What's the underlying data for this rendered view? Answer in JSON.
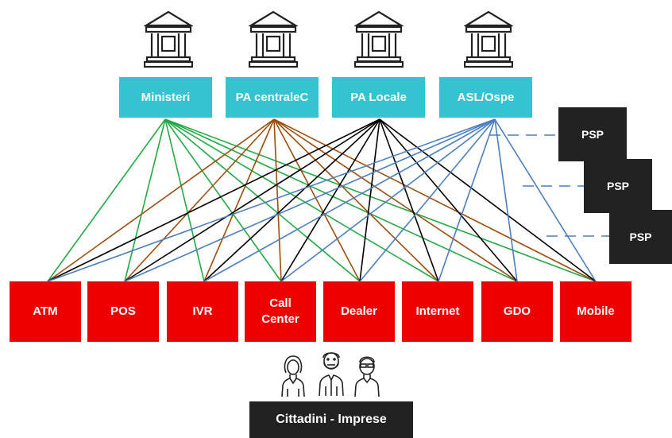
{
  "colors": {
    "top_box": "#34c3d1",
    "channel_box": "#ee0000",
    "dark_box": "#222222",
    "edge_ministeri": "#22aa44",
    "edge_pa_centrale": "#9b4f0f",
    "edge_pa_locale": "#000000",
    "edge_asl": "#4a7fc0",
    "psp_dash": "#4a7fc0"
  },
  "institutions": [
    {
      "label": "Ministeri",
      "icon": "government-building-icon"
    },
    {
      "label": "PA centraleC",
      "icon": "government-building-icon"
    },
    {
      "label": "PA Locale",
      "icon": "government-building-icon"
    },
    {
      "label": "ASL/Ospe",
      "icon": "government-building-icon"
    }
  ],
  "channels": [
    {
      "line1": "ATM",
      "line2": ""
    },
    {
      "line1": "POS",
      "line2": ""
    },
    {
      "line1": "IVR",
      "line2": ""
    },
    {
      "line1": "Call",
      "line2": "Center"
    },
    {
      "line1": "Dealer",
      "line2": ""
    },
    {
      "line1": "Internet",
      "line2": ""
    },
    {
      "line1": "GDO",
      "line2": ""
    },
    {
      "line1": "Mobile",
      "line2": ""
    }
  ],
  "psp": [
    "PSP",
    "PSP",
    "PSP"
  ],
  "citizens_icons": [
    "woman-icon",
    "bearded-man-icon",
    "young-man-icon"
  ],
  "footer": {
    "label": "Cittadini - Imprese"
  }
}
